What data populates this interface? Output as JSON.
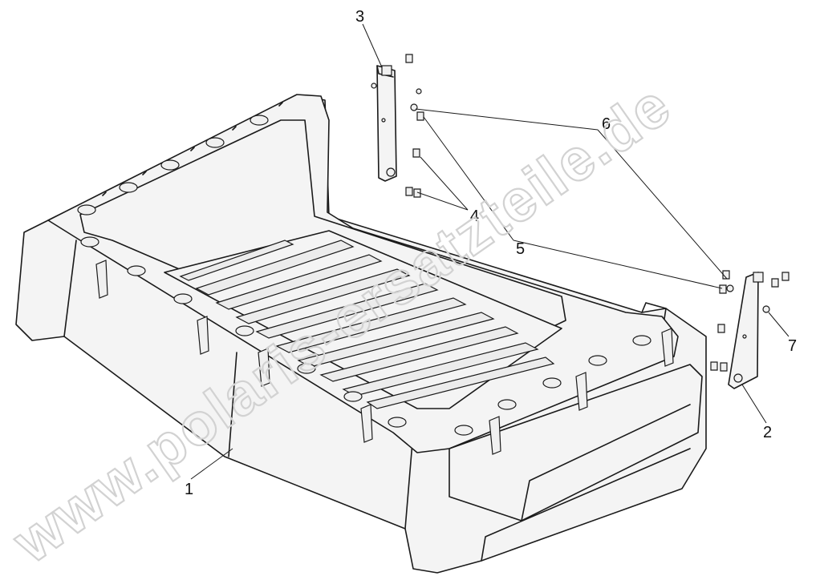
{
  "watermark": {
    "text": "www.polaris-ersatzteile.de"
  },
  "callouts": [
    "1",
    "2",
    "3",
    "4",
    "5",
    "6",
    "7"
  ]
}
